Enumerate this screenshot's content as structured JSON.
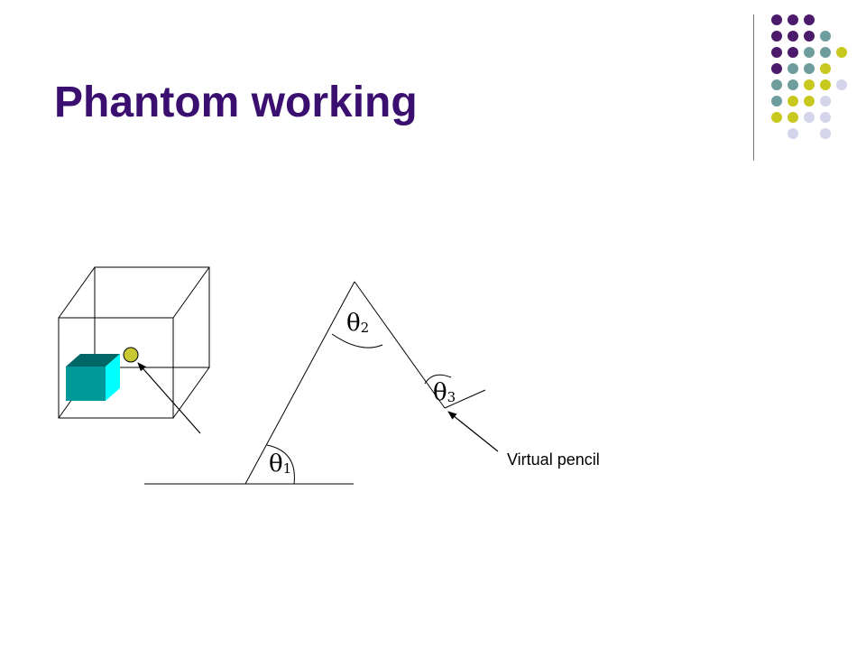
{
  "slide": {
    "title": "Phantom working"
  },
  "diagram": {
    "theta1": "θ",
    "theta1_sub": "1",
    "theta2": "θ",
    "theta2_sub": "2",
    "theta3": "θ",
    "theta3_sub": "3",
    "pencil_label": "Virtual pencil"
  },
  "colors": {
    "title": "#3b0f70",
    "dot_purple": "#4b1a6b",
    "dot_teal": "#6f9c9c",
    "dot_yellow": "#c8c81e",
    "dot_lavender": "#d4d4ea",
    "cube_front": "#009999",
    "cube_side": "#00ffff",
    "cube_top": "#006666",
    "ball": "#c8c832"
  }
}
